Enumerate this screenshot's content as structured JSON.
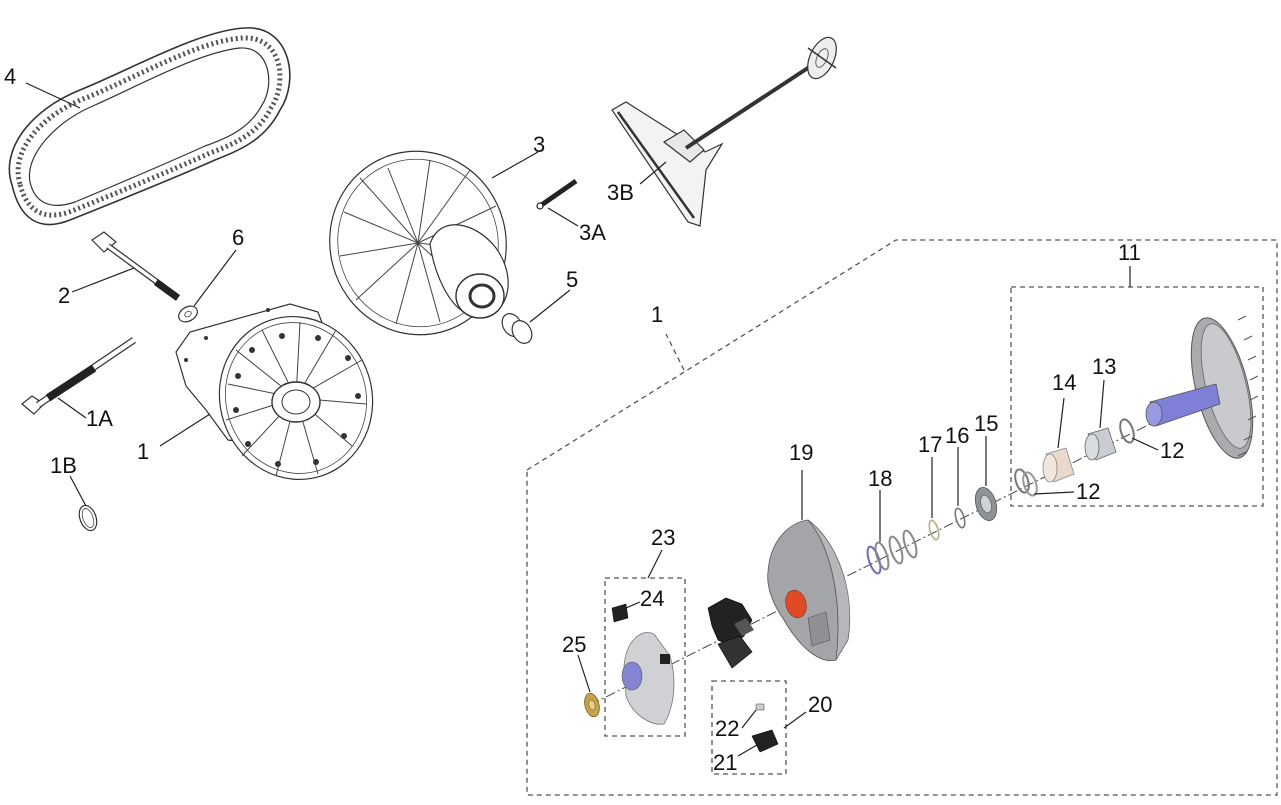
{
  "labels": {
    "belt": "4",
    "washer_6": "6",
    "bolt_2": "2",
    "bolt_1a": "1A",
    "ring_1b": "1B",
    "clutch_1": "1",
    "driven_3": "3",
    "pin_3a": "3A",
    "tool_3b": "3B",
    "ring_5": "5",
    "detail_1": "1",
    "group_11": "11",
    "p12a": "12",
    "p12b": "12",
    "p13": "13",
    "p14": "14",
    "p15": "15",
    "p16": "16",
    "p17": "17",
    "p18": "18",
    "p19": "19",
    "p20": "20",
    "p21": "21",
    "p22": "22",
    "p23": "23",
    "p24": "24",
    "p25": "25"
  },
  "colors": {
    "line": "#222222",
    "dashed_box": "#555555",
    "cover_gray": "#b9bbbf",
    "sheave_gray": "#a9abae",
    "spider_black": "#222222",
    "shaft_blue": "#7f7fd8",
    "bushing_beige": "#e9d8cc",
    "bushing_gray": "#c9ccd2",
    "bearing_gray": "#8f9296",
    "seal_red": "#e04a25",
    "nut_gold": "#c8a24a"
  },
  "icons": {
    "belt": "drive-belt",
    "bolt": "hex-bolt",
    "washer": "flat-washer",
    "clutch": "drive-clutch",
    "driven": "driven-clutch",
    "puller": "clutch-puller-tool"
  }
}
